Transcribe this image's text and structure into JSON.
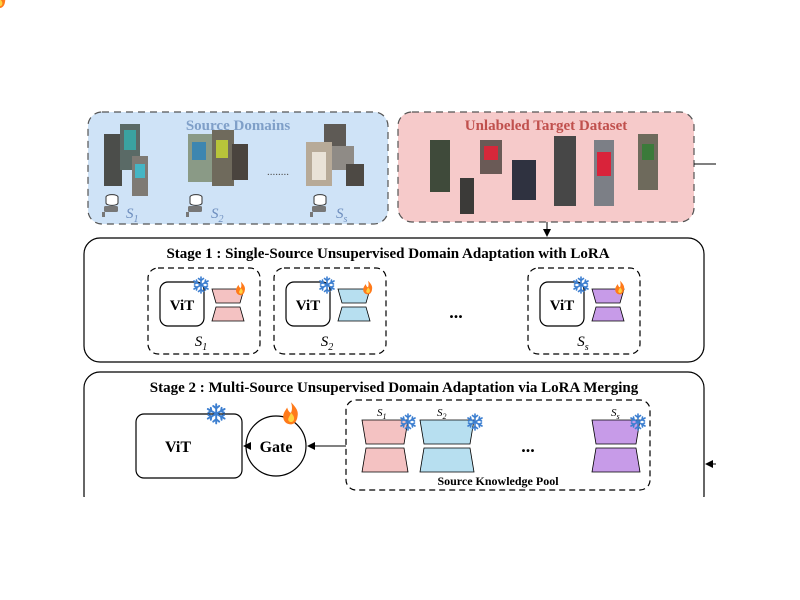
{
  "source_domains": {
    "title": "Source Domains",
    "dataset_labels": [
      {
        "main": "S",
        "sub": "1"
      },
      {
        "main": "S",
        "sub": "2"
      },
      {
        "main": "S",
        "sub": "s"
      }
    ],
    "ellipsis": "........"
  },
  "target": {
    "title": "Unlabeled Target Dataset"
  },
  "stage1": {
    "title": "Stage 1 : Single-Source Unsupervised Domain Adaptation with LoRA",
    "vit_label": "ViT",
    "modules": [
      {
        "main": "S",
        "sub": "1"
      },
      {
        "main": "S",
        "sub": "2"
      },
      {
        "main": "S",
        "sub": "s"
      }
    ],
    "ellipsis": "..."
  },
  "stage2": {
    "title": "Stage 2 :  Multi-Source Unsupervised Domain Adaptation via LoRA Merging",
    "vit_label": "ViT",
    "gate_label": "Gate",
    "pool_label": "Source Knowledge Pool",
    "pool_items": [
      {
        "main": "S",
        "sub": "1"
      },
      {
        "main": "S",
        "sub": "2"
      },
      {
        "main": "S",
        "sub": "s"
      }
    ],
    "ellipsis": "..."
  },
  "colors": {
    "source_bg": "#cfe3f7",
    "source_title": "#7f9fc8",
    "target_bg": "#f6caca",
    "target_title": "#c0504d",
    "lora_pink": "#f4c2c2",
    "lora_blue": "#b7dff0",
    "lora_purple": "#c79be8",
    "snow": "#3d7fd0",
    "fire": "#ff8c1a"
  }
}
